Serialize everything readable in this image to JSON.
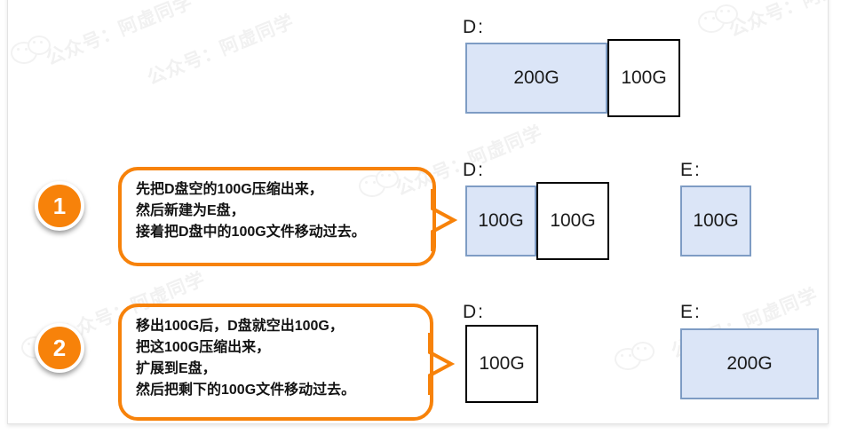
{
  "meta": {
    "watermark_text": "公众号：阿虚同学",
    "accent_color": "#F7820A",
    "blue_fill": "#DBE5F7",
    "blue_stroke": "#7E9CC4",
    "black_stroke": "#000000"
  },
  "rows": [
    {
      "id": "row-initial",
      "drives": [
        {
          "label": "D:",
          "boxes": [
            {
              "value": "200G",
              "style": "blue"
            },
            {
              "value": "100G",
              "style": "white"
            }
          ]
        }
      ]
    },
    {
      "id": "row-step-1",
      "step": "1",
      "bubble": "先把D盘空的100G压缩出来，\n然后新建为E盘，\n接着把D盘中的100G文件移动过去。",
      "drives": [
        {
          "label": "D:",
          "boxes": [
            {
              "value": "100G",
              "style": "blue"
            },
            {
              "value": "100G",
              "style": "white"
            }
          ]
        },
        {
          "label": "E:",
          "boxes": [
            {
              "value": "100G",
              "style": "blue"
            }
          ]
        }
      ]
    },
    {
      "id": "row-step-2",
      "step": "2",
      "bubble": "移出100G后，D盘就空出100G，\n把这100G压缩出来，\n扩展到E盘，\n然后把剩下的100G文件移动过去。",
      "drives": [
        {
          "label": "D:",
          "boxes": [
            {
              "value": "100G",
              "style": "white"
            }
          ]
        },
        {
          "label": "E:",
          "boxes": [
            {
              "value": "200G",
              "style": "blue"
            }
          ]
        }
      ]
    }
  ]
}
